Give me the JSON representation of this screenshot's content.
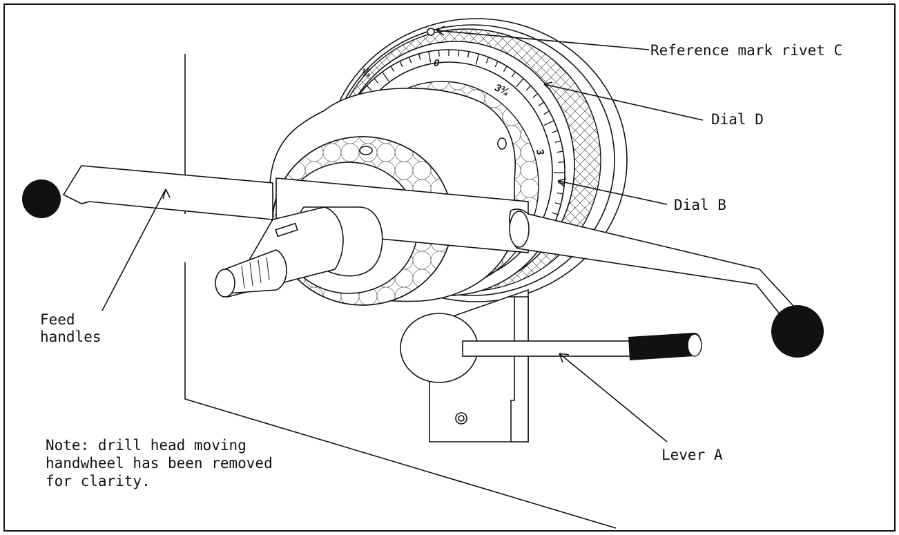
{
  "labels": {
    "reference_mark": "Reference mark rivet C",
    "dial_d": "Dial D",
    "dial_b": "Dial B",
    "feed_handles_line1": "Feed",
    "feed_handles_line2": "handles",
    "lever_a": "Lever A",
    "note_line1": "Note: drill head moving",
    "note_line2": "handwheel has been removed",
    "note_line3": "for clarity."
  },
  "dial_marks": {
    "quarter": "¼",
    "zero": "0",
    "three_quarter": "3¾",
    "three": "3"
  }
}
